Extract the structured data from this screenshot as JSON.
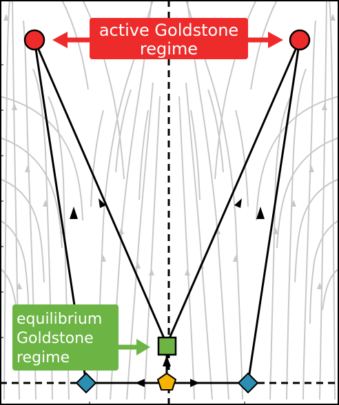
{
  "labels": {
    "active_line1": "active Goldstone",
    "active_line2": "regime",
    "equilibrium_line1": "equilibrium",
    "equilibrium_line2": "Goldstone",
    "equilibrium_line3": "regime"
  },
  "colors": {
    "background": "#ffffff",
    "frame": "#000000",
    "streamline": "#c8c8c8",
    "trajectory": "#000000",
    "active_box": "#ee2b2b",
    "equilibrium_box": "#6cb544",
    "red_node": "#ee2b2b",
    "green_node": "#6cb544",
    "orange_node": "#f4b400",
    "blue_node": "#2b8fb3",
    "label_text": "#ffffff"
  },
  "nodes": [
    {
      "name": "red-node-left",
      "shape": "circle",
      "color_key": "red_node"
    },
    {
      "name": "red-node-right",
      "shape": "circle",
      "color_key": "red_node"
    },
    {
      "name": "green-square-node",
      "shape": "square",
      "color_key": "green_node"
    },
    {
      "name": "orange-pentagon-node",
      "shape": "pentagon",
      "color_key": "orange_node"
    },
    {
      "name": "blue-diamond-left",
      "shape": "diamond",
      "color_key": "blue_node"
    },
    {
      "name": "blue-diamond-right",
      "shape": "diamond",
      "color_key": "blue_node"
    }
  ]
}
